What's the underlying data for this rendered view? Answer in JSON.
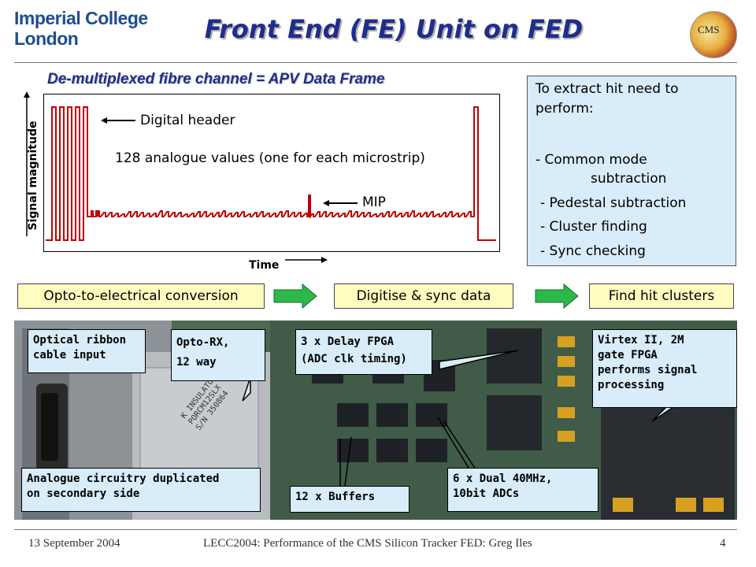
{
  "header": {
    "logo_line1": "Imperial College",
    "logo_line2": "London",
    "title": "Front End (FE) Unit on FED",
    "cms_logo_text": "CMS"
  },
  "signal": {
    "subtitle": "De-multiplexed fibre channel = APV Data Frame",
    "digital_header_label": "Digital header",
    "analogue_label": "128 analogue values (one for each microstrip)",
    "mip_label": "MIP",
    "ylabel": "Signal magnitude",
    "xlabel": "Time"
  },
  "tasks": {
    "intro_line1": "To extract hit need to",
    "intro_line2": "perform:",
    "items": [
      "- Common mode",
      "subtraction",
      "- Pedestal subtraction",
      "- Cluster finding",
      "- Sync checking"
    ]
  },
  "flow": {
    "steps": [
      "Opto-to-electrical conversion",
      "Digitise & sync data",
      "Find hit clusters"
    ],
    "arrow_color": "#2db84a"
  },
  "photo": {
    "callouts": [
      {
        "line1": "Optical ribbon",
        "line2": "cable input"
      },
      {
        "line1": "Opto-RX,",
        "line2": "12 way"
      },
      {
        "line1": "3 x Delay FPGA",
        "line2": "(ADC clk timing)"
      },
      {
        "line1": "Virtex II, 2M",
        "line2": "gate FPGA",
        "line3": "performs signal",
        "line4": "processing"
      },
      {
        "line1": "Analogue circuitry duplicated",
        "line2": "on secondary side"
      },
      {
        "line1": "12 x Buffers"
      },
      {
        "line1": "6 x Dual 40MHz,",
        "line2": "10bit ADCs"
      }
    ],
    "chip_text": [
      "K INSULATORS LT",
      "PORCM12SLX",
      "S/N 350864"
    ]
  },
  "footer": {
    "date": "13 September 2004",
    "center": "LECC2004: Performance of the CMS Silicon Tracker FED: Greg Iles",
    "page": "4"
  }
}
